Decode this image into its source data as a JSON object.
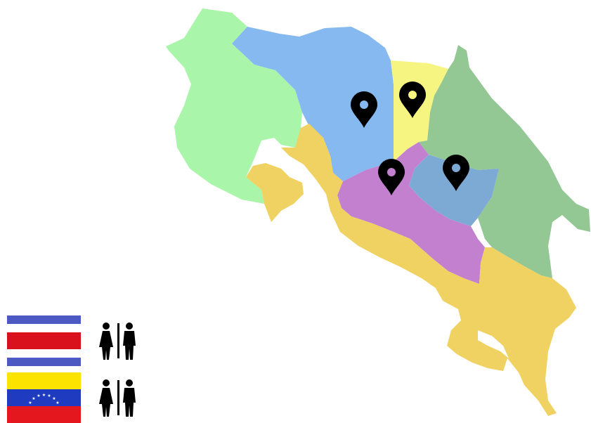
{
  "colors": {
    "guanacaste": "#a9f5a9",
    "alajuela": "#86b9f0",
    "heredia": "#f7f582",
    "limon": "#93c794",
    "cartago": "#7daad5",
    "san_jose": "#c280cf",
    "puntarenas": "#f0d262",
    "marker": "#000000"
  },
  "markers": [
    {
      "icon": "map-pin-icon",
      "province": "alajuela"
    },
    {
      "icon": "map-pin-icon",
      "province": "heredia"
    },
    {
      "icon": "map-pin-icon",
      "province": "san_jose"
    },
    {
      "icon": "map-pin-icon",
      "province": "cartago"
    }
  ],
  "legend": [
    {
      "flag": "costa-rica-flag-icon",
      "icon": "restroom-icon",
      "colors": {
        "blue": "#4d59c3",
        "white": "#ffffff",
        "red": "#d9111d"
      }
    },
    {
      "flag": "venezuela-flag-icon",
      "icon": "restroom-icon",
      "colors": {
        "yellow": "#fde400",
        "blue": "#1f3bbf",
        "red": "#e4161e",
        "stars": "#ffffff"
      }
    }
  ]
}
